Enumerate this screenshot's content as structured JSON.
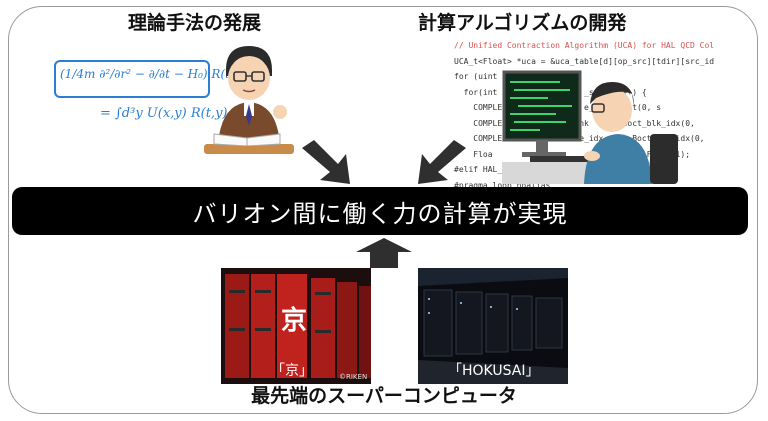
{
  "headings": {
    "theory": "理論手法の発展",
    "algorithm": "計算アルゴリズムの開発"
  },
  "theory_panel": {
    "equation_line1": "(1/4m ∂²/∂r² − ∂/∂t − H₀) R(t,x)",
    "equation_line2": "= ∫d³y U(x,y) R(t,y)"
  },
  "code_panel": {
    "lines": [
      "// Unified Contraction Algorithm (UCA) for HAL QCD Coll.",
      "UCA_t<Float> *uca = &uca_table[d][op_src][tdir][src_idx];",
      "for (uint  loop; lloop++){",
      "  for(int                  _snk_idx++) {",
      "    COMPLE                 e_idx_2Boct(0, s",
      "    COMPLEX  Ja          snk       Boct_blk_idx(0,",
      "    COMPLEX  b2  1       ve_idx      Boct_blk_idx(0,",
      "    Floa                                Factor1);",
      "#elif HAL_",
      "#pragma loop noalias"
    ]
  },
  "banner": {
    "text": "バリオン間に働く力の計算が実現"
  },
  "supercomputers": [
    {
      "caption": "「京」",
      "glyph": "京",
      "credit": "©RIKEN"
    },
    {
      "caption": "「HOKUSAI」"
    }
  ],
  "footer": {
    "text": "最先端のスーパーコンピュータ"
  },
  "colors": {
    "banner_bg": "#000000",
    "equation_blue": "#2a7fd4",
    "kei_red": "#c0231e",
    "frame": "#9a9a9a"
  }
}
